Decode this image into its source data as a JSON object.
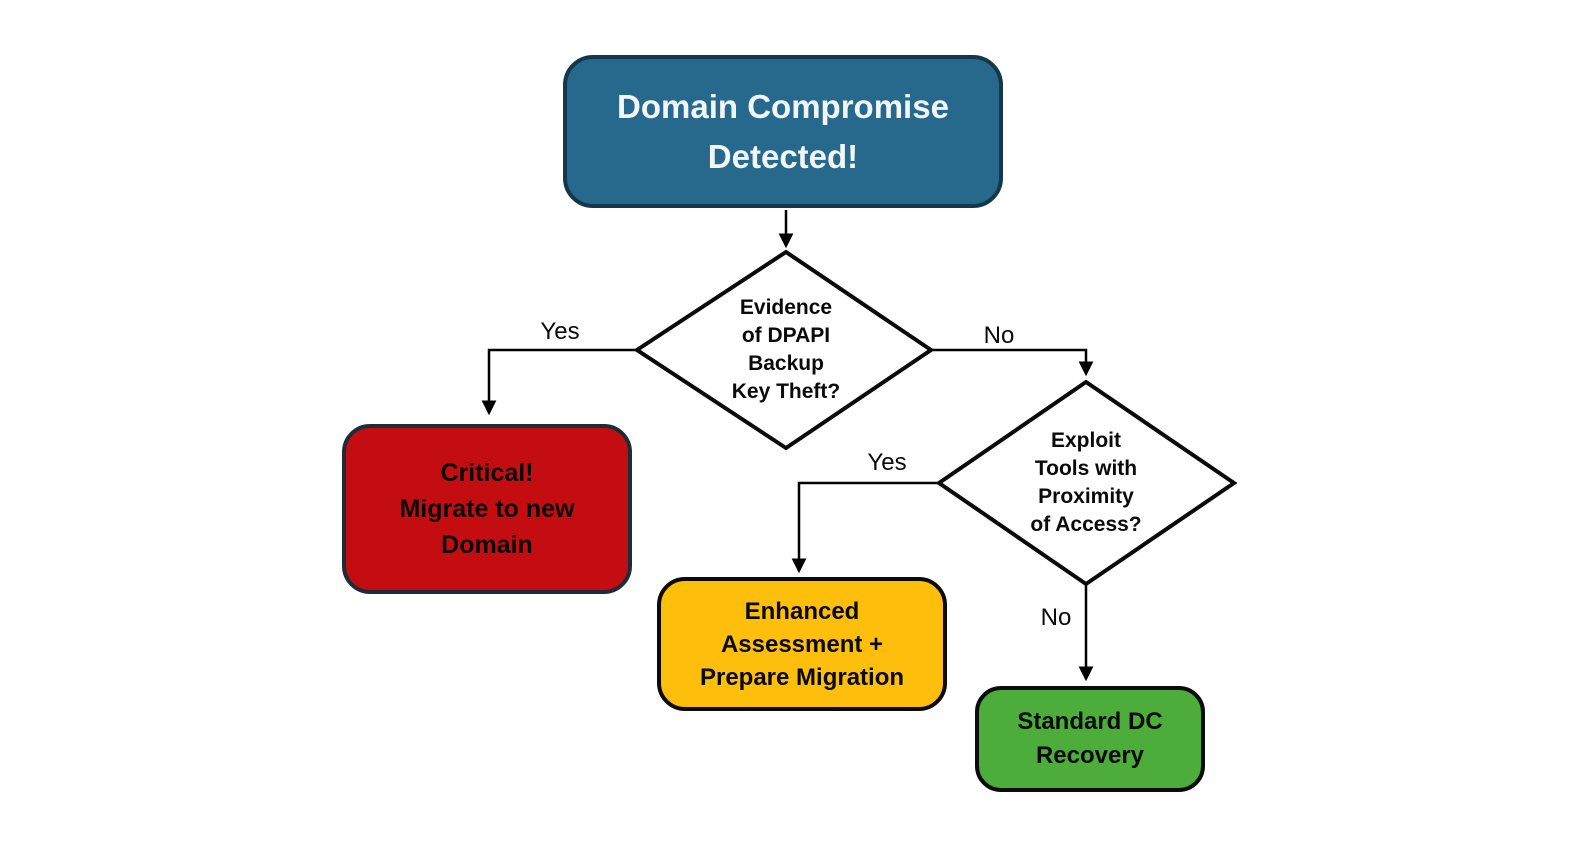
{
  "diagram": {
    "title": "Domain compromise response flowchart",
    "background": "#ffffff",
    "line_color": "#000000",
    "nodes": {
      "start": {
        "label": "Domain Compromise\nDetected!",
        "type": "terminator",
        "fill": "#26698C",
        "border": "#15374B",
        "text_color": "#F2F6F8"
      },
      "decision_dpapi": {
        "label": "Evidence\nof DPAPI\nBackup\nKey Theft?",
        "type": "decision",
        "fill": "#ffffff",
        "border": "#0a0a0a",
        "text_color": "#0a0a0a"
      },
      "critical": {
        "label": "Critical!\nMigrate to new\nDomain",
        "type": "action",
        "fill": "#C40D10",
        "border": "#1E2B38",
        "text_color": "#0a0a0a"
      },
      "decision_exploit": {
        "label": "Exploit\nTools with\nProximity\nof Access?",
        "type": "decision",
        "fill": "#ffffff",
        "border": "#0a0a0a",
        "text_color": "#0a0a0a"
      },
      "enhanced": {
        "label": "Enhanced\nAssessment +\nPrepare Migration",
        "type": "action",
        "fill": "#FDBF0B",
        "border": "#0b0b0b",
        "text_color": "#0a0a0a"
      },
      "standard": {
        "label": "Standard DC\nRecovery",
        "type": "action",
        "fill": "#4CAD3B",
        "border": "#0b0b0b",
        "text_color": "#0a0a0a"
      }
    },
    "edges": {
      "start_to_dpapi": {
        "label": ""
      },
      "yes1": {
        "label": "Yes",
        "from": "decision_dpapi",
        "to": "critical"
      },
      "no1": {
        "label": "No",
        "from": "decision_dpapi",
        "to": "decision_exploit"
      },
      "yes2": {
        "label": "Yes",
        "from": "decision_exploit",
        "to": "enhanced"
      },
      "no2": {
        "label": "No",
        "from": "decision_exploit",
        "to": "standard"
      }
    }
  }
}
